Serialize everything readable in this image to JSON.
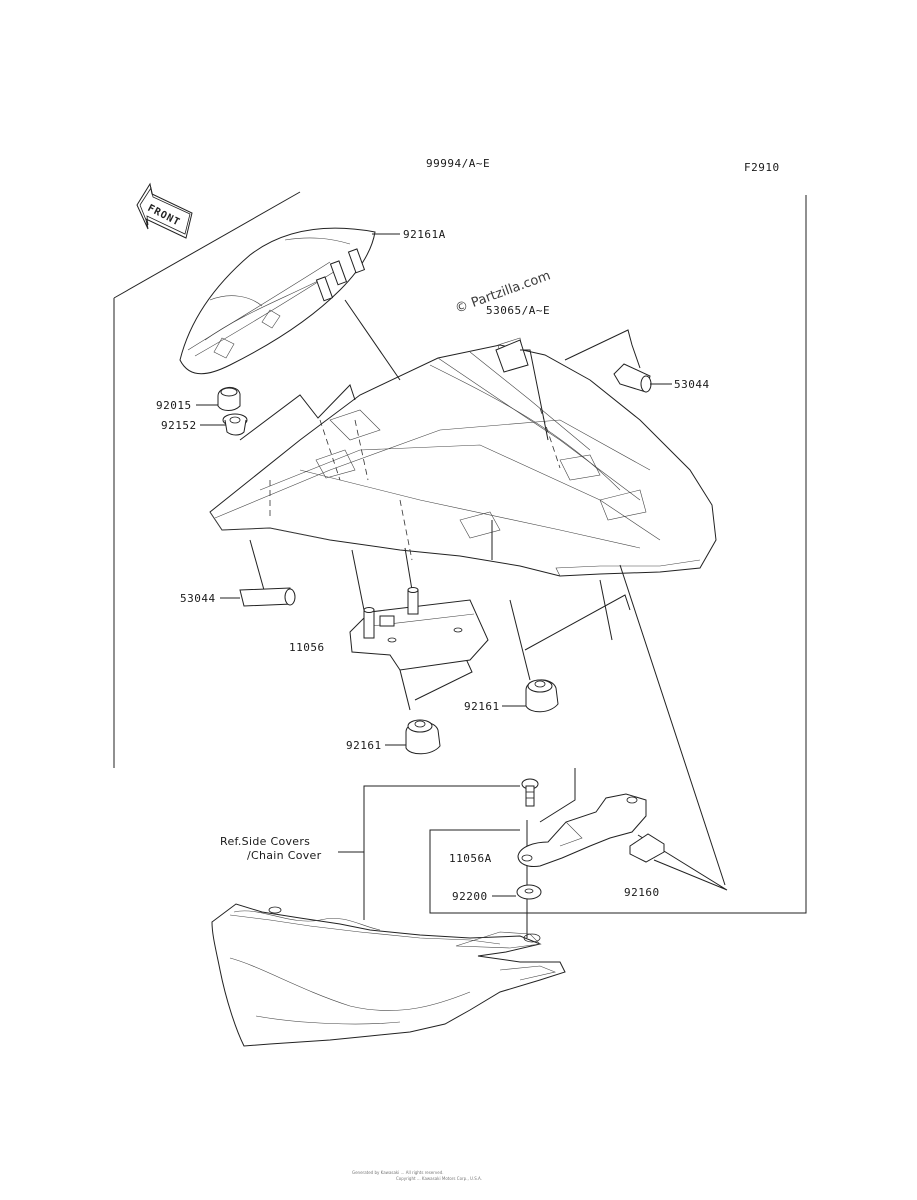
{
  "diagram": {
    "header_callout": "99994/A~E",
    "figure_id": "F2910",
    "front_arrow_label": "FRONT",
    "watermark": "© Partzilla.com",
    "ref_note_line1": "Ref.Side Covers",
    "ref_note_line2": "/Chain Cover",
    "footer_line1": "Generated by Kawasaki ... All rights reserved.",
    "footer_line2": "Copyright ... Kawasaki Motors Corp., U.S.A.",
    "callouts": {
      "p92161A": "92161A",
      "p53065": "53065/A~E",
      "p53044_right": "53044",
      "p92015": "92015",
      "p92152": "92152",
      "p53044_left": "53044",
      "p11056": "11056",
      "p92161_right": "92161",
      "p92161_bottom": "92161",
      "p11056A": "11056A",
      "p92200": "92200",
      "p92160": "92160"
    }
  }
}
